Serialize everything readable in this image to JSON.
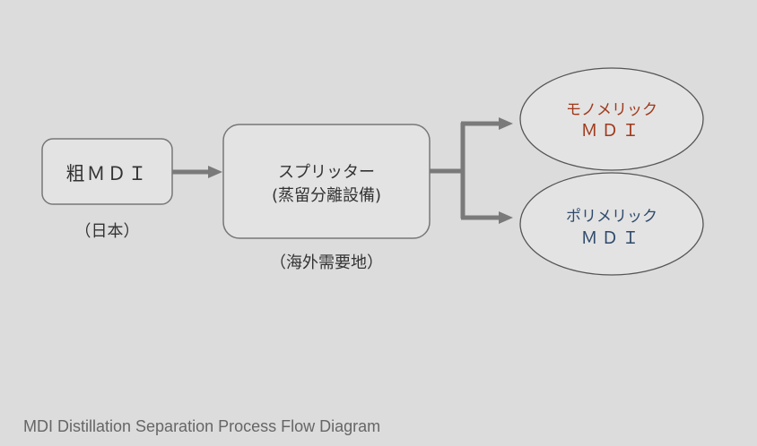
{
  "nodes": {
    "crude_mdi": {
      "label": "粗ＭＤＩ",
      "sublabel": "（日本）"
    },
    "splitter": {
      "line1": "スプリッター",
      "line2": "(蒸留分離設備)",
      "sublabel": "（海外需要地）"
    },
    "monomeric": {
      "line1": "モノメリック",
      "line2": "ＭＤＩ",
      "color": "#a0391c"
    },
    "polymeric": {
      "line1": "ポリメリック",
      "line2": "ＭＤＩ",
      "color": "#2f4a6b"
    }
  },
  "caption": "MDI Distillation Separation Process Flow Diagram"
}
